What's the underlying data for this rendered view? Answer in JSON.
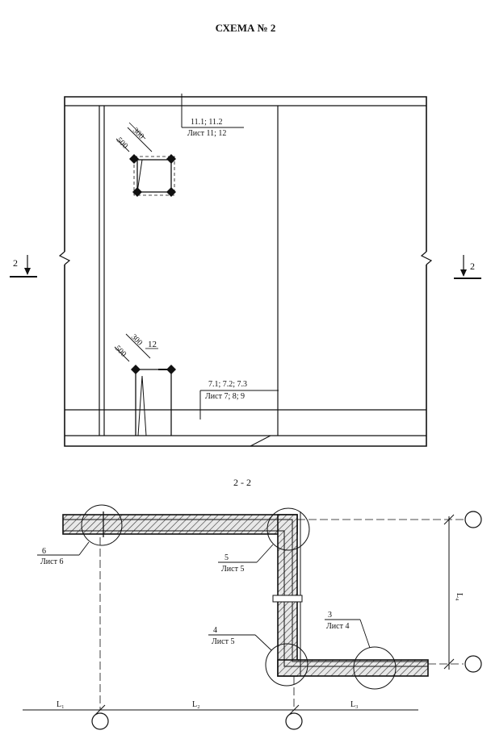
{
  "title": "СХЕМА № 2",
  "elevation": {
    "section_mark_left": "2",
    "section_mark_right": "2",
    "upper_opening": {
      "dim_width": "300",
      "dim_height": "500"
    },
    "lower_opening": {
      "dim_width": "300",
      "dim_extra": "12",
      "dim_height": "500"
    },
    "callout_top": {
      "line1": "11.1; 11.2",
      "line2": "Лист 11; 12"
    },
    "callout_bottom": {
      "line1": "7.1; 7.2; 7.3",
      "line2": "Лист 7; 8; 9"
    }
  },
  "section": {
    "title": "2 - 2",
    "callouts": [
      {
        "num": "6",
        "sheet": "Лист 6"
      },
      {
        "num": "5",
        "sheet": "Лист 5"
      },
      {
        "num": "4",
        "sheet": "Лист 5"
      },
      {
        "num": "3",
        "sheet": "Лист 4"
      }
    ],
    "dim_labels": {
      "d1": "L₁",
      "d2": "L₂",
      "d3": "L₃",
      "d4": "L₄"
    }
  }
}
